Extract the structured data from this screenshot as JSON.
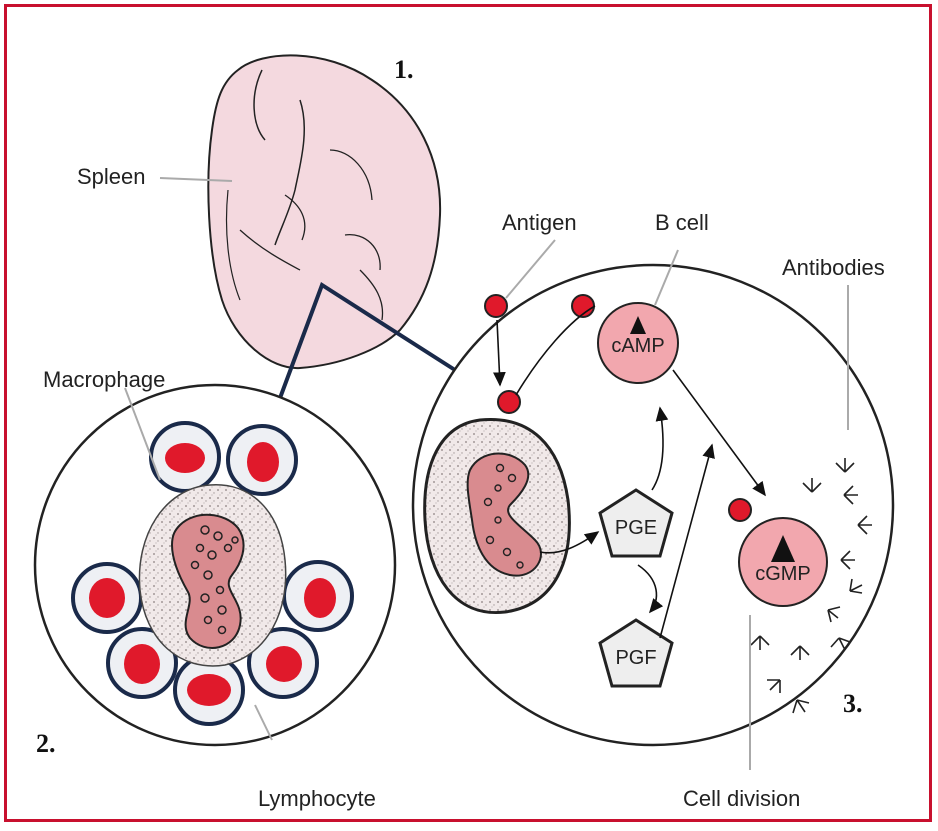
{
  "labels": {
    "spleen": "Spleen",
    "macrophage": "Macrophage",
    "lymphocyte": "Lymphocyte",
    "antigen": "Antigen",
    "b_cell": "B cell",
    "antibodies": "Antibodies",
    "cell_division": "Cell division",
    "camp": "cAMP",
    "cgmp": "cGMP",
    "pge": "PGE",
    "pgf": "PGF"
  },
  "steps": {
    "one": "1.",
    "two": "2.",
    "three": "3."
  },
  "colors": {
    "frame": "#c8102e",
    "spleen_fill": "#f4d9df",
    "nucleus_fill": "#d98b8f",
    "cell_red": "#e0192b",
    "bcell_fill": "#f2a7ae",
    "stipple": "#efe7e7",
    "pentagon_fill": "#eeeeee"
  }
}
